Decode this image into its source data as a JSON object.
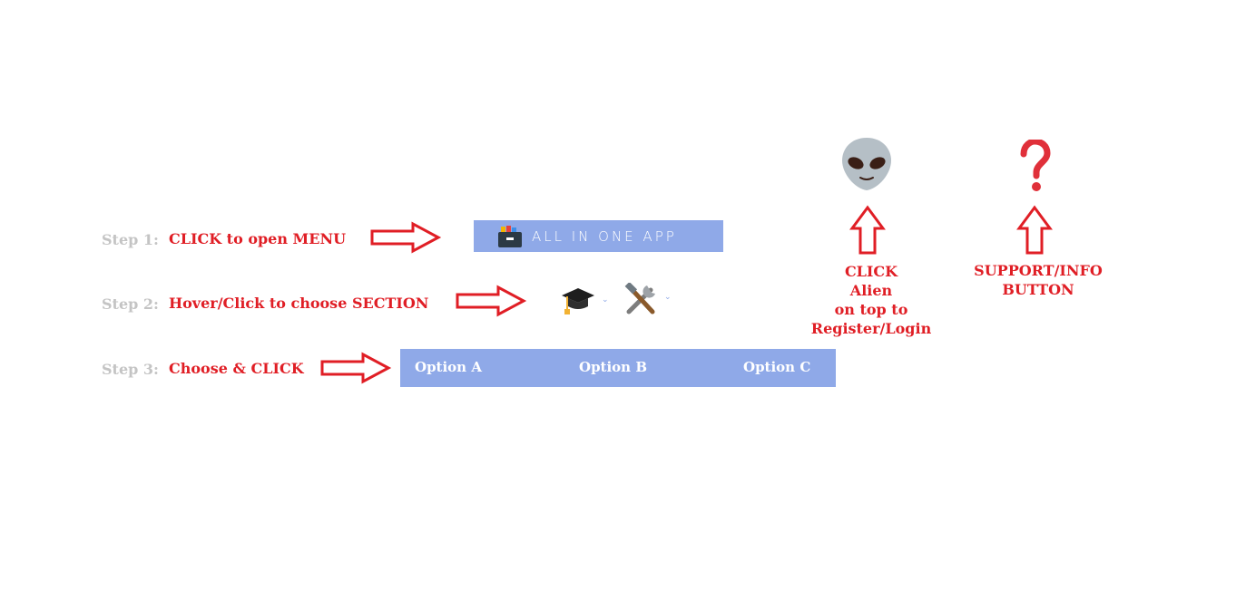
{
  "steps": [
    {
      "label": "Step 1:",
      "text": "CLICK to open MENU"
    },
    {
      "label": "Step 2:",
      "text": "Hover/Click to choose SECTION"
    },
    {
      "label": "Step 3:",
      "text": "Choose & CLICK"
    }
  ],
  "menu_button": {
    "title": "ALL IN ONE APP",
    "icon": "folder-box-icon"
  },
  "sections": [
    {
      "icon": "graduation-cap-icon"
    },
    {
      "icon": "tools-icon"
    }
  ],
  "options": [
    "Option A",
    "Option B",
    "Option C"
  ],
  "alien": {
    "icon": "alien-icon",
    "caption_lines": [
      "CLICK",
      "Alien",
      "on top to",
      "Register/Login"
    ]
  },
  "support": {
    "icon": "question-mark-icon",
    "caption_lines": [
      "SUPPORT/INFO",
      "BUTTON"
    ]
  },
  "colors": {
    "accent_red": "#e01e25",
    "menu_blue": "#8fa9e8",
    "step_gray": "#c4c4c4"
  }
}
